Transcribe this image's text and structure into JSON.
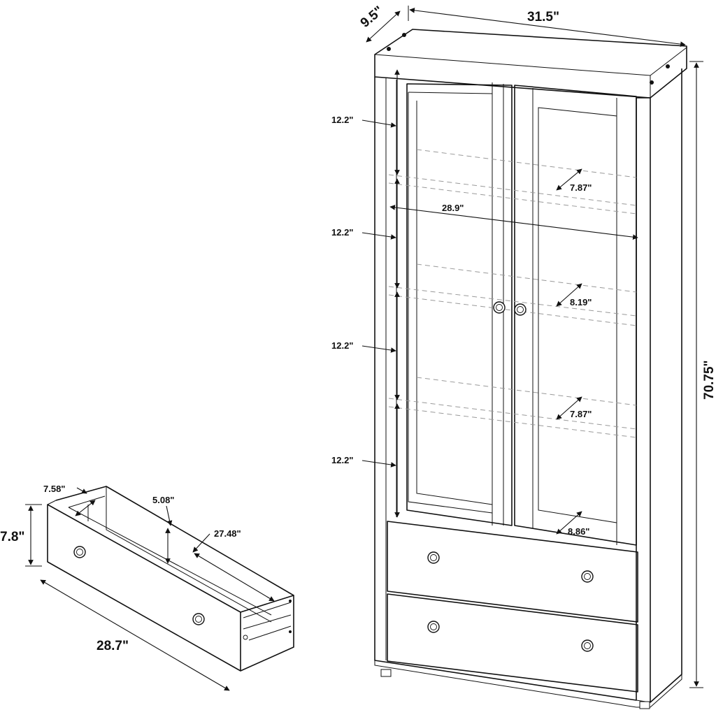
{
  "cabinet": {
    "depth": "9.5\"",
    "width": "31.5\"",
    "height": "70.75\"",
    "interior_width": "28.9\"",
    "shelf_spacing": [
      "12.2\"",
      "12.2\"",
      "12.2\"",
      "12.2\""
    ],
    "shelf_depths": [
      "7.87\"",
      "8.19\"",
      "7.87\"",
      "8.86\""
    ]
  },
  "drawer": {
    "inner_width": "7.58\"",
    "inner_height": "5.08\"",
    "inner_length": "27.48\"",
    "height": "7.8\"",
    "length": "28.7\""
  }
}
